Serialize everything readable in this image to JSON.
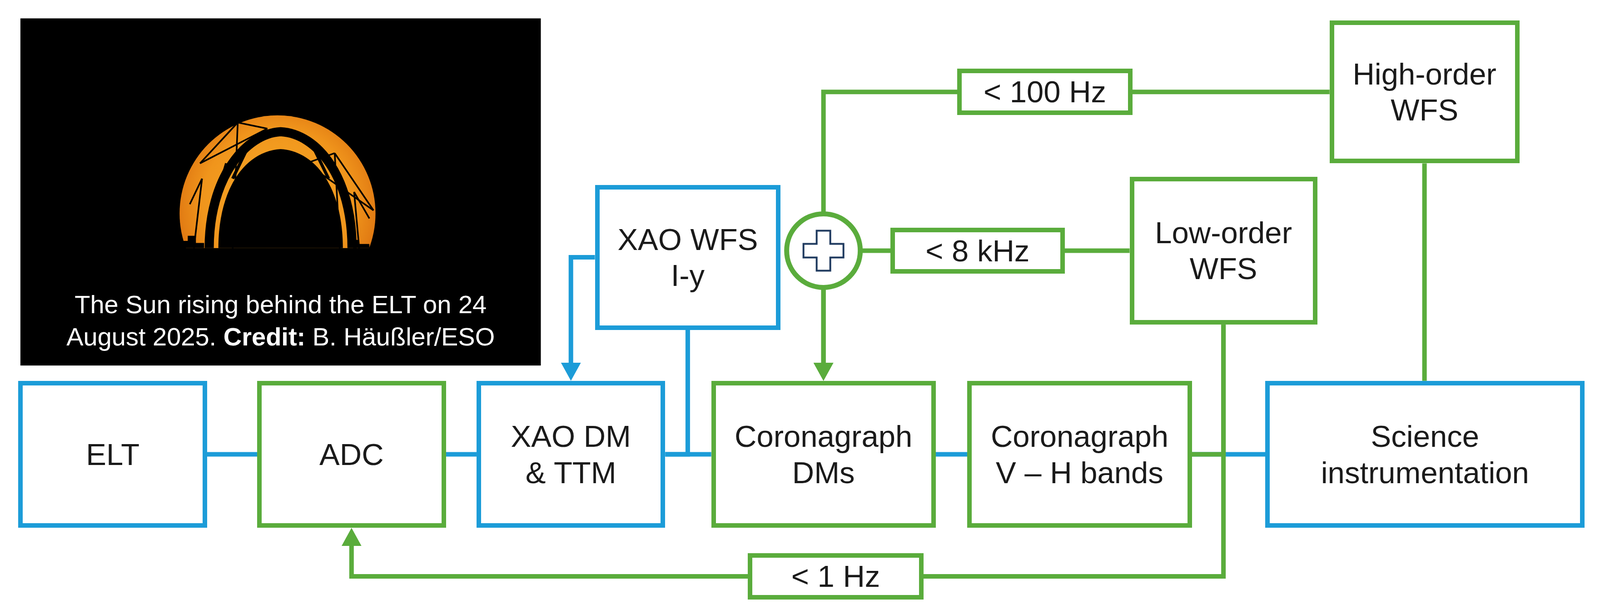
{
  "diagram": {
    "nodes": [
      {
        "text": [
          "High-order WFS"
        ]
      },
      {
        "text": [
          "XAO WFS I-y"
        ]
      },
      {
        "text": [
          "Low-order WFS"
        ]
      },
      {
        "text": [
          "ELT"
        ]
      },
      {
        "text": [
          "ADC"
        ]
      },
      {
        "text": [
          "XAO DM & TTM"
        ]
      },
      {
        "text": [
          "Coronagraph DMs"
        ]
      },
      {
        "text": [
          "Coronagraph V – H bands"
        ]
      },
      {
        "text": [
          "Science instrumentation"
        ]
      }
    ],
    "edges": [
      {
        "from": 3,
        "to": 4,
        "arrow": "none"
      },
      {
        "from": 4,
        "to": 5,
        "arrow": "none"
      },
      {
        "from": 5,
        "to": 6,
        "arrow": "none"
      },
      {
        "from": 5,
        "to": 1,
        "arrow": "none"
      },
      {
        "from": 1,
        "to": 5,
        "arrow": "to"
      },
      {
        "from": 6,
        "to": 7,
        "arrow": "none"
      },
      {
        "from": 7,
        "to": 8,
        "arrow": "none"
      },
      {
        "from": 7,
        "to": 2,
        "arrow": "none"
      },
      {
        "from": 8,
        "to": 0,
        "arrow": "none"
      },
      {
        "from": 0,
        "to": 6,
        "label": "< 100 Hz",
        "arrow": "to"
      },
      {
        "from": 2,
        "to": 6,
        "label": "< 8 kHz",
        "arrow": "to"
      },
      {
        "from": 2,
        "to": 4,
        "label": "< 1 Hz",
        "arrow": "to"
      }
    ],
    "labels": [
      "The Sun rising behind the ELT on 24 August 2025.",
      "Credit:",
      "B. Häußler/ESO"
    ]
  }
}
